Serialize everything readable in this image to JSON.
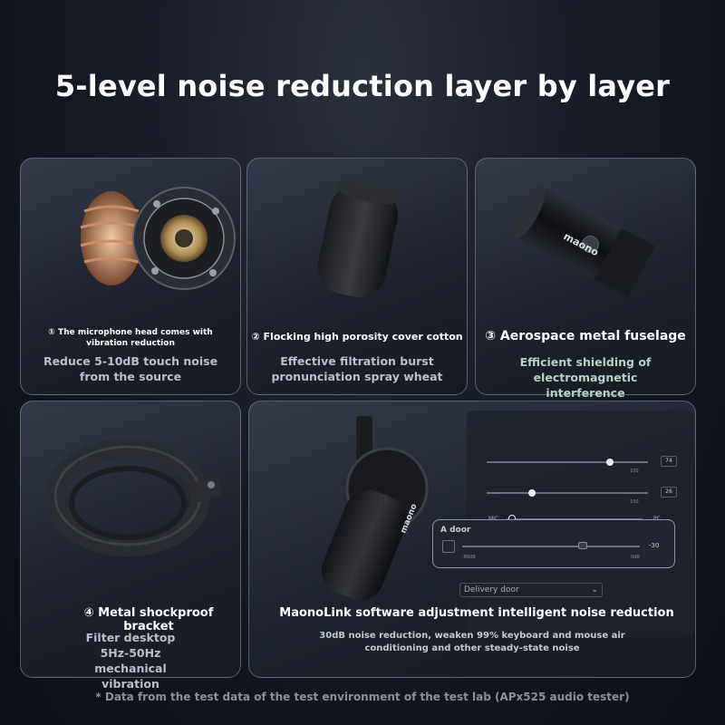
{
  "page": {
    "title": "5-level noise reduction layer by layer"
  },
  "cards": [
    {
      "number": "①",
      "title": "The microphone head comes with vibration reduction",
      "desc": "Reduce 5-10dB touch noise from the source",
      "icon": "microphone-capsule-icon"
    },
    {
      "number": "②",
      "title": "Flocking high porosity cover cotton",
      "desc": "Effective filtration burst pronunciation spray wheat",
      "icon": "foam-windscreen-icon"
    },
    {
      "number": "③",
      "title": "Aerospace metal fuselage",
      "desc": "Efficient shielding of electromagnetic interference",
      "icon": "metal-fuselage-icon"
    },
    {
      "number": "④",
      "title": "Metal shockproof bracket",
      "desc": "Filter desktop 5Hz-50Hz mechanical vibration",
      "icon": "shock-mount-icon"
    },
    {
      "title": "MaonoLink software adjustment intelligent noise reduction",
      "desc": "30dB noise reduction, weaken 99% keyboard and mouse air conditioning and other steady-state noise",
      "icon": "microphone-with-software-icon"
    }
  ],
  "brand": "maono",
  "software": {
    "mic_label": "MIC",
    "pc_label": "PC",
    "slider1_value": "74",
    "slider1_max": "100",
    "slider2_value": "26",
    "slider2_max": "100",
    "door_label": "A door",
    "door_min": "-80dB",
    "door_max": "0dB",
    "door_value": "-30",
    "dropdown_value": "Delivery door"
  },
  "footnote": "* Data from the test data of the test environment of the test lab (APx525 audio tester)",
  "colors": {
    "background": "#141821",
    "card_border": "#8c96af",
    "title": "#ffffff",
    "desc": "#b9bfcb"
  }
}
